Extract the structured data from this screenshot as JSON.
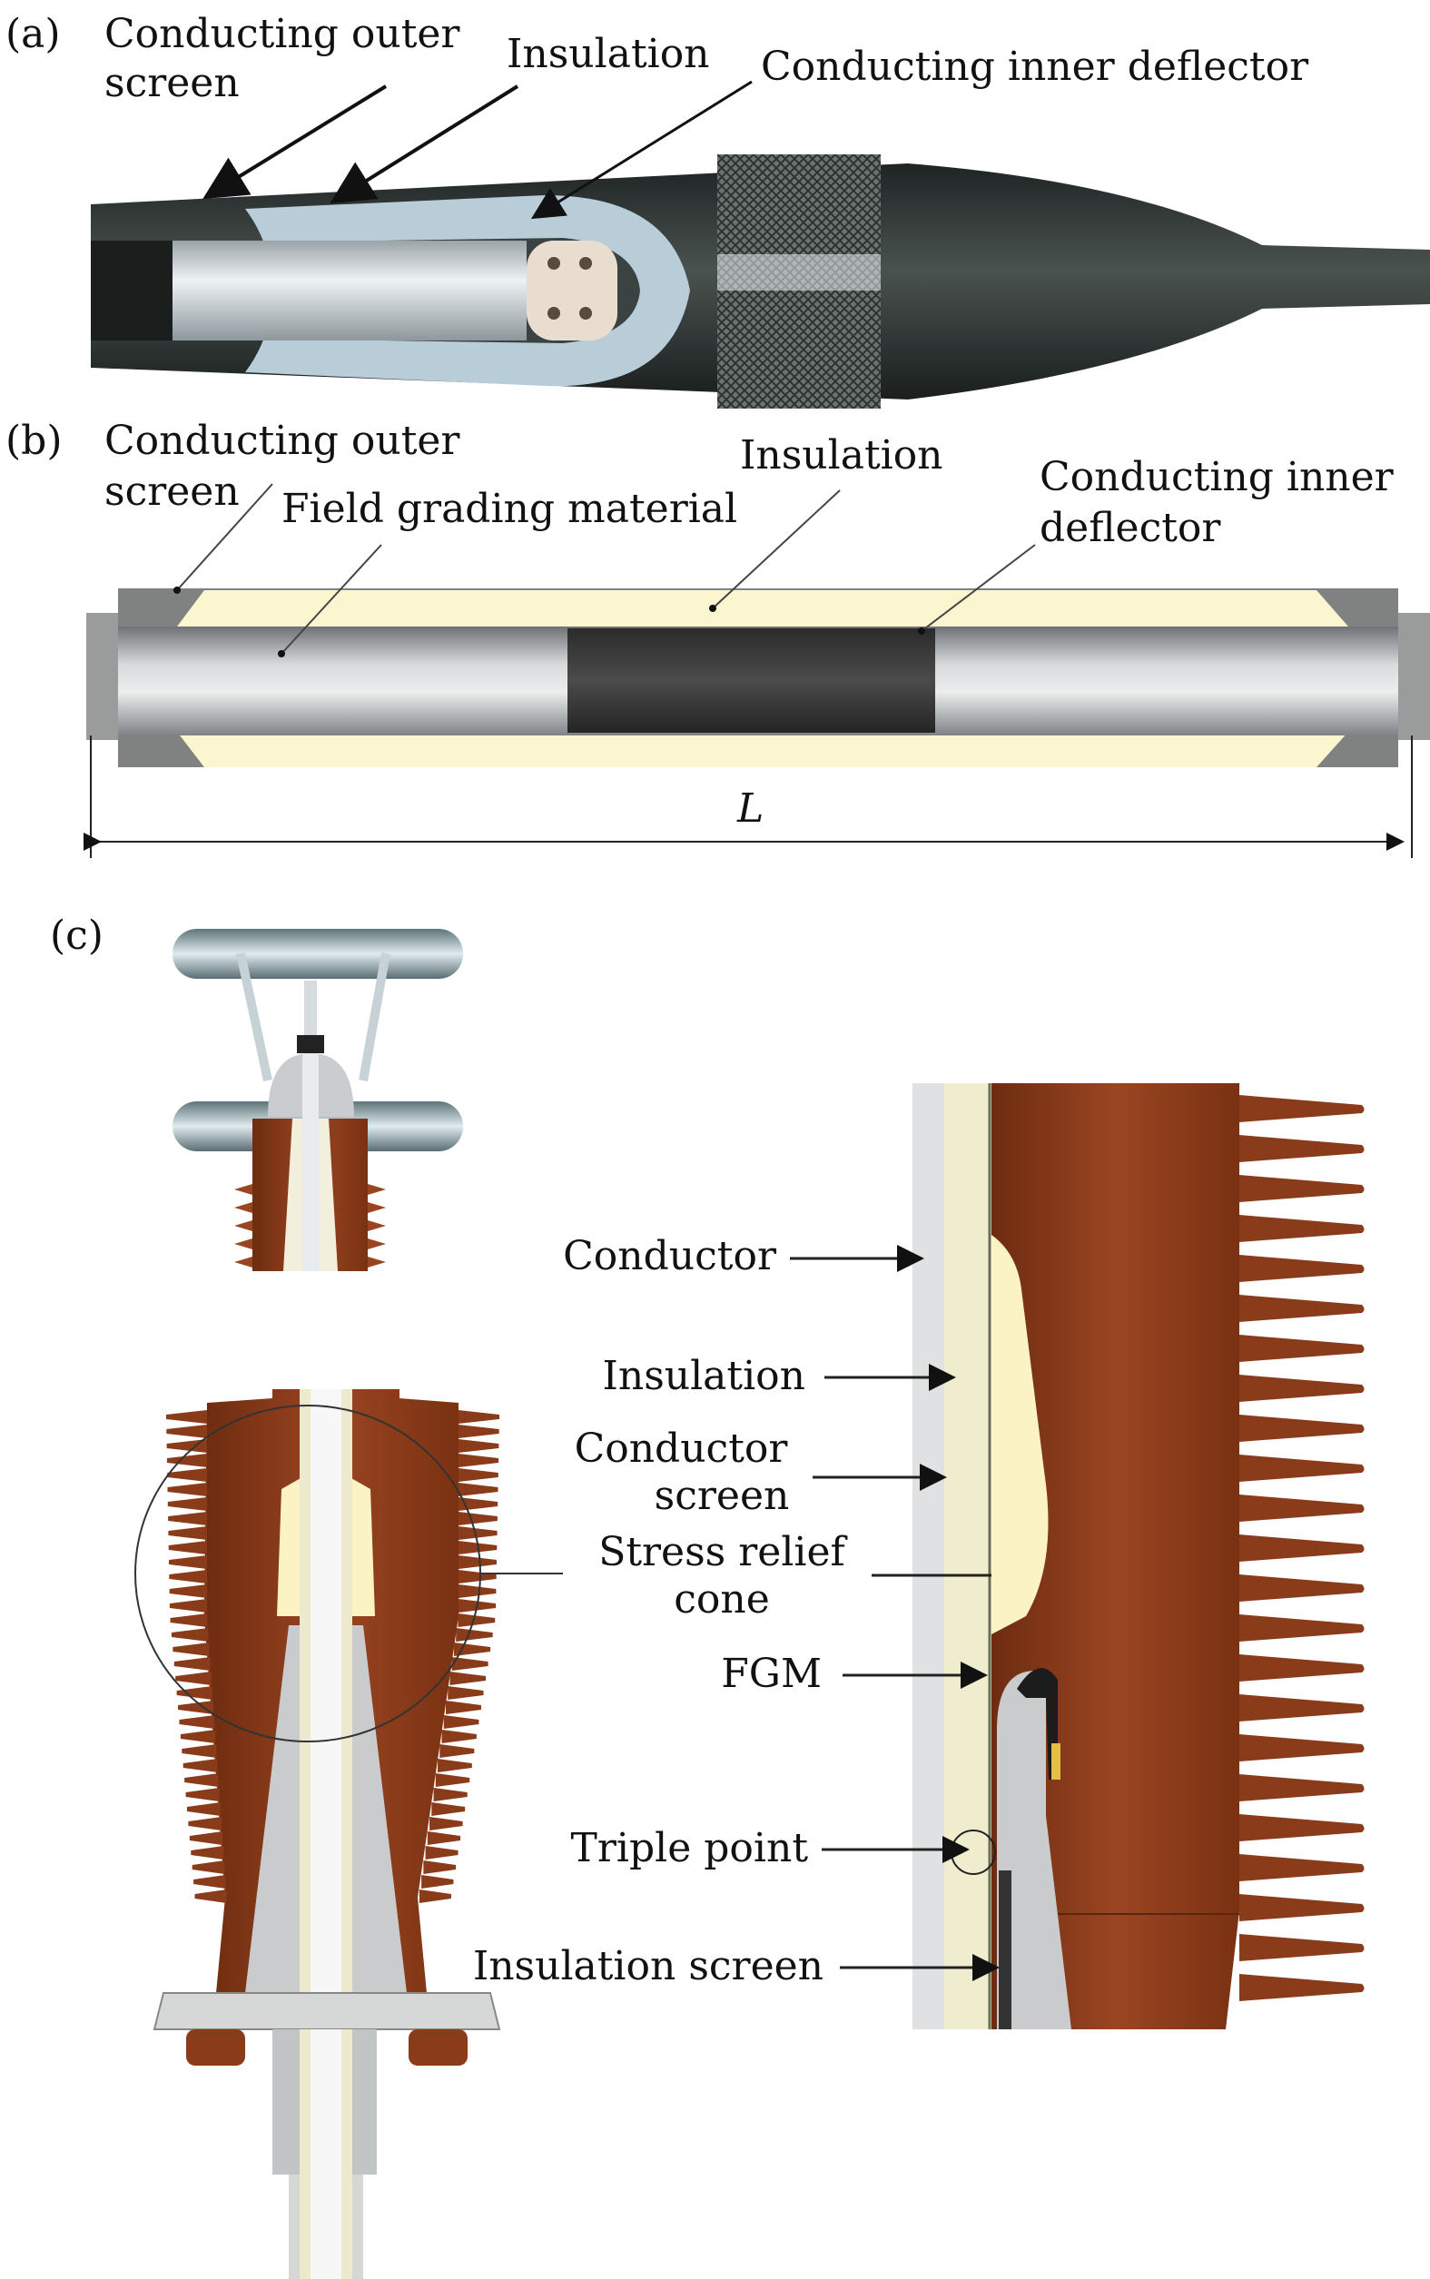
{
  "panels": {
    "a": {
      "tag": "(a)",
      "labels": {
        "outer_screen_1": "Conducting outer",
        "outer_screen_2": "screen",
        "insulation": "Insulation",
        "inner_deflector": "Conducting inner deflector"
      }
    },
    "b": {
      "tag": "(b)",
      "labels": {
        "outer_screen_1": "Conducting outer",
        "outer_screen_2": "screen",
        "fgm": "Field grading material",
        "insulation": "Insulation",
        "inner_deflector_1": "Conducting inner",
        "inner_deflector_2": "deflector",
        "length": "L"
      }
    },
    "c": {
      "tag": "(c)",
      "labels": {
        "conductor": "Conductor",
        "insulation": "Insulation",
        "conductor_screen_1": "Conductor",
        "conductor_screen_2": "screen",
        "stress_cone_1": "Stress relief",
        "stress_cone_2": "cone",
        "fgm": "FGM",
        "triple_point": "Triple point",
        "insulation_screen": "Insulation screen"
      }
    }
  },
  "colors": {
    "rubber": "#2a302f",
    "insulation_blue": "#b9cdd8",
    "fgm_yellow": "#fbf6cf",
    "porcelain": "#8a3c1a",
    "metal": "#c9cdd0"
  }
}
